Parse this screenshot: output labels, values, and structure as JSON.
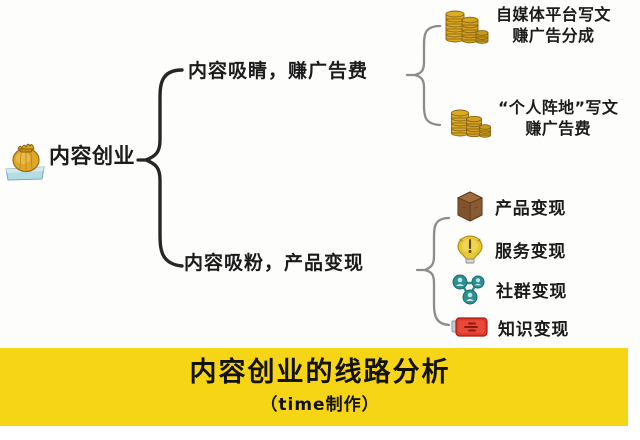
{
  "diagram": {
    "type": "mindmap",
    "root": {
      "label": "内容创业",
      "icon": "money-bag-icon"
    },
    "branches": [
      {
        "label": "内容吸睛，赚广告费",
        "leaves": [
          {
            "icon": "coin-stack-icon",
            "lines": [
              "自媒体平台写文",
              "赚广告分成"
            ]
          },
          {
            "icon": "coin-stack-icon",
            "lines": [
              "“个人阵地”写文",
              "赚广告费"
            ]
          }
        ]
      },
      {
        "label": "内容吸粉，产品变现",
        "leaves": [
          {
            "icon": "cardboard-box-icon",
            "label": "产品变现"
          },
          {
            "icon": "lightbulb-icon",
            "label": "服务变现"
          },
          {
            "icon": "community-network-icon",
            "label": "社群变现"
          },
          {
            "icon": "knowledge-card-icon",
            "label": "知识变现"
          }
        ]
      }
    ]
  },
  "banner": {
    "title": "内容创业的线路分析",
    "subtitle": "（time制作）",
    "background_color": "#f5d516",
    "text_color": "#14120c"
  },
  "colors": {
    "page_background": "#fdfdfc",
    "text": "#1b1b1b",
    "brace_primary": "#262626",
    "brace_secondary": "#8c8c8c",
    "gold": "#d9a81d",
    "box_brown": "#8a5a32",
    "bulb_yellow": "#e8c832",
    "network_teal": "#2d8f8f",
    "card_red": "#e0392c",
    "bag_base_blue": "#a9d4dd"
  }
}
